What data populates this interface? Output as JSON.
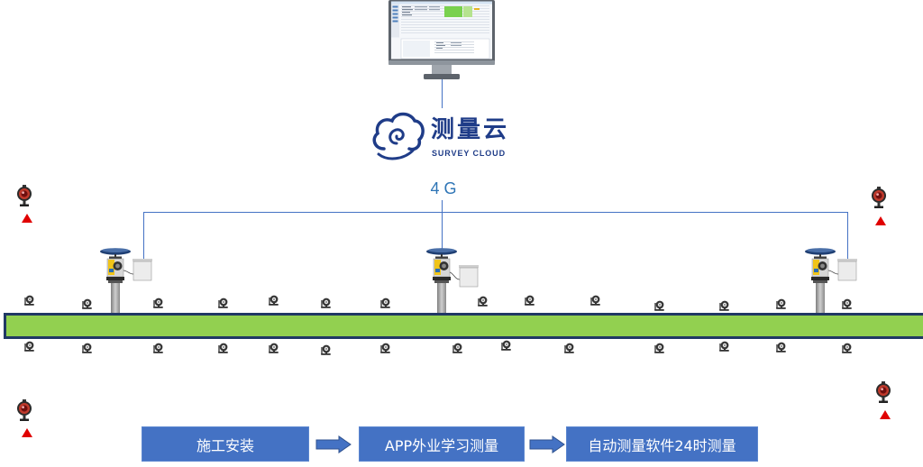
{
  "icons": {
    "monitor": "monitor-icon",
    "cloud_logo": "survey-cloud-logo-icon",
    "gnss_antenna": "gnss-antenna-icon",
    "total_station": "total-station-icon",
    "data_box": "data-logger-box-icon",
    "monitoring_prism": "monitoring-prism-icon",
    "reference_prism": "reference-prism-icon",
    "reference_marker": "red-triangle-icon",
    "flow_arrow": "right-arrow-icon"
  },
  "logo": {
    "name_cn": "测量云",
    "name_en": "SURVEY CLOUD"
  },
  "network": {
    "label": "4 G"
  },
  "process": {
    "steps": [
      {
        "label": "施工安装"
      },
      {
        "label": "APP外业学习测量"
      },
      {
        "label": "自动测量软件24时测量"
      }
    ]
  },
  "colors": {
    "step_fill": "#4472C4",
    "step_text": "#FFFFFF",
    "track_fill": "#92D050",
    "track_border": "#203864",
    "link_line": "#4472C4",
    "reference_marker": "#E00000",
    "logo": "#1F3C88",
    "network_label": "#2E75B6"
  }
}
